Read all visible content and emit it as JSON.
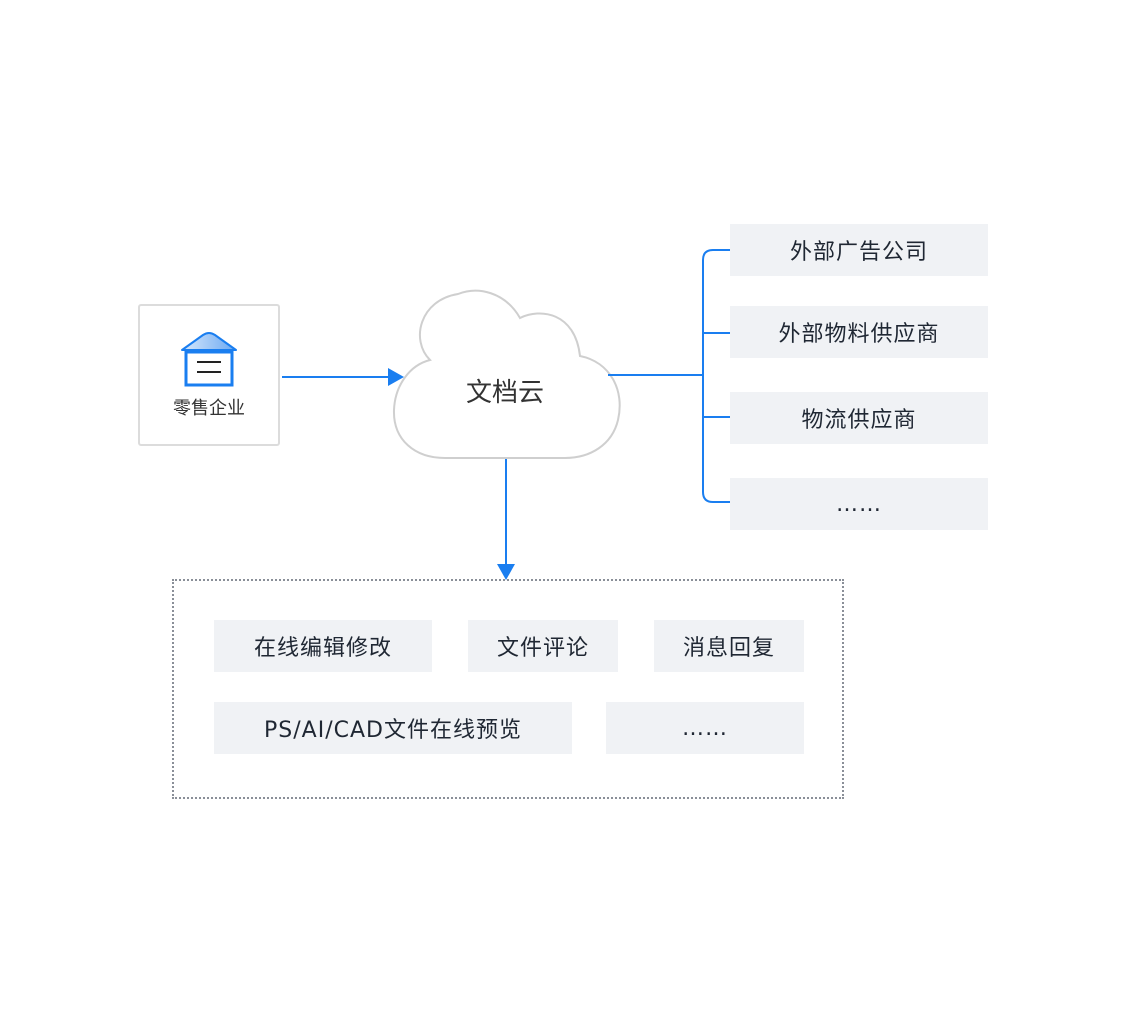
{
  "diagram": {
    "accent_color": "#1a7ef0",
    "source": {
      "label": "零售企业",
      "icon": "warehouse-icon"
    },
    "hub": {
      "label": "文档云",
      "shape": "cloud"
    },
    "partners": [
      {
        "label": "外部广告公司"
      },
      {
        "label": "外部物料供应商"
      },
      {
        "label": "物流供应商"
      },
      {
        "label": "……"
      }
    ],
    "features": [
      {
        "label": "在线编辑修改"
      },
      {
        "label": "文件评论"
      },
      {
        "label": "消息回复"
      },
      {
        "label": "PS/AI/CAD文件在线预览"
      },
      {
        "label": "……"
      }
    ]
  }
}
